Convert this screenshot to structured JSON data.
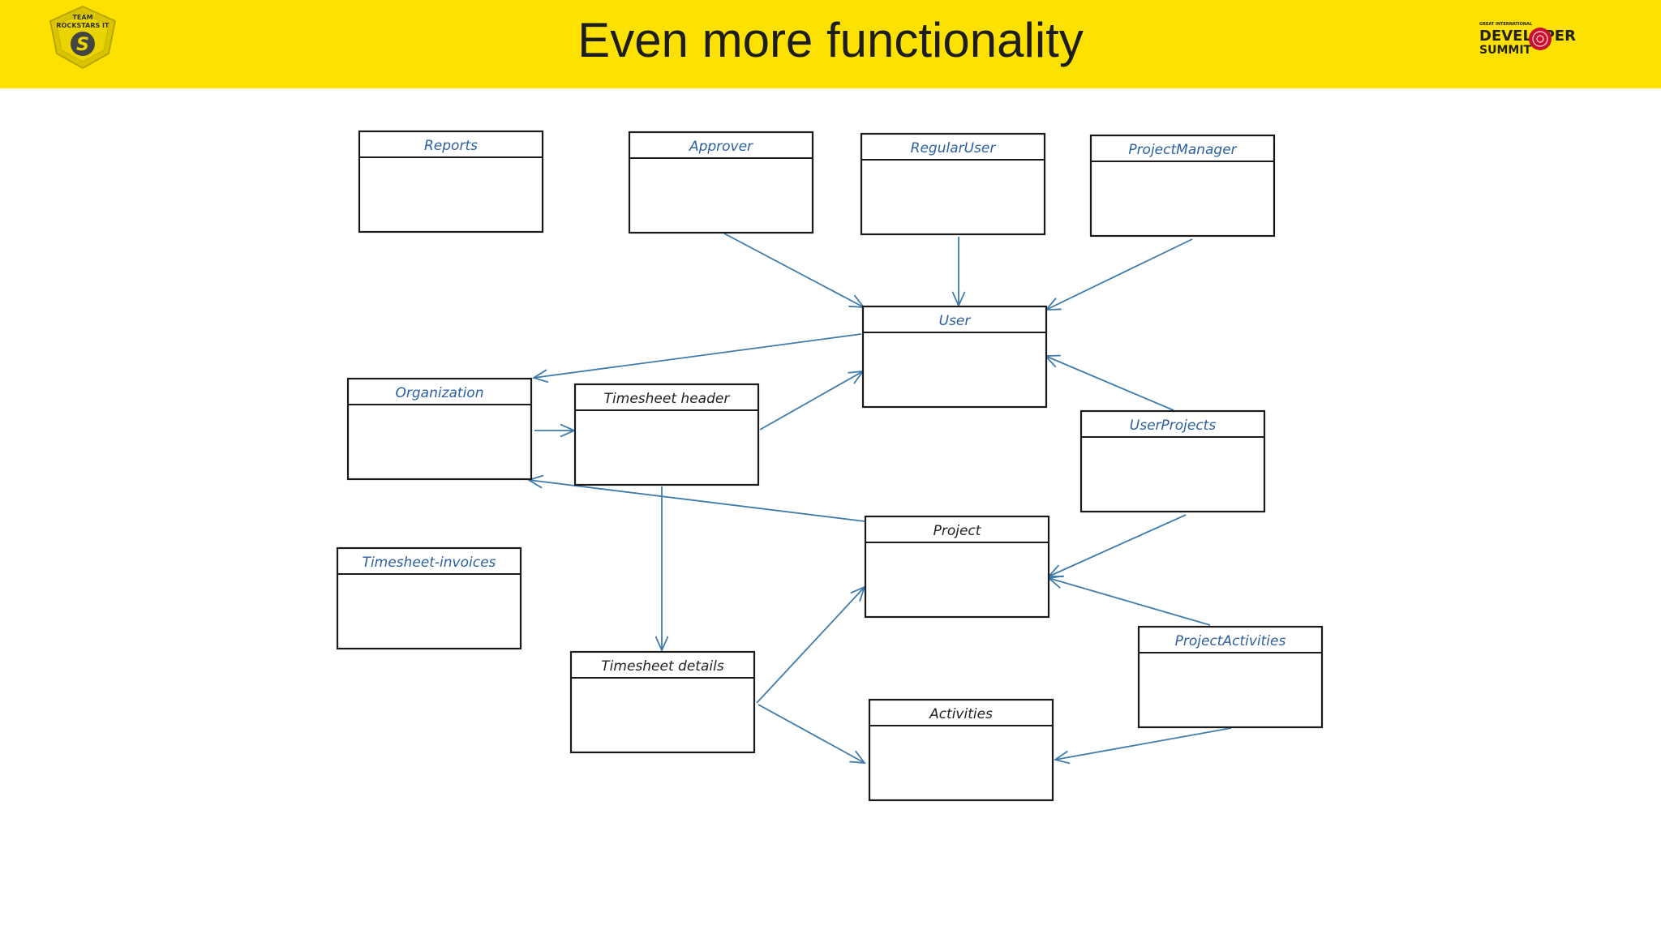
{
  "header": {
    "title": "Even more functionality",
    "background_color": "#fde100",
    "left_logo": {
      "line1": "TEAM",
      "line2": "ROCKSTARS IT",
      "mark": "S"
    },
    "right_logo": {
      "small": "GREAT INTERNATIONAL",
      "line1": "DEVELOPER",
      "line2": "SUMMIT"
    }
  },
  "diagram": {
    "boxes": [
      {
        "id": "reports",
        "label": "Reports",
        "color": "#2b5f9e"
      },
      {
        "id": "approver",
        "label": "Approver",
        "color": "#2b5f9e"
      },
      {
        "id": "regularuser",
        "label": "RegularUser",
        "color": "#2b5f9e"
      },
      {
        "id": "projectmanager",
        "label": "ProjectManager",
        "color": "#2b5f9e"
      },
      {
        "id": "user",
        "label": "User",
        "color": "#2b5f9e"
      },
      {
        "id": "organization",
        "label": "Organization",
        "color": "#2b5f9e"
      },
      {
        "id": "timesheet-header",
        "label": "Timesheet header",
        "color": "#222222"
      },
      {
        "id": "userprojects",
        "label": "UserProjects",
        "color": "#2b5f9e"
      },
      {
        "id": "project",
        "label": "Project",
        "color": "#222222"
      },
      {
        "id": "timesheet-invoices",
        "label": "Timesheet-invoices",
        "color": "#2b5f9e"
      },
      {
        "id": "timesheet-details",
        "label": "Timesheet details",
        "color": "#222222"
      },
      {
        "id": "projectactivities",
        "label": "ProjectActivities",
        "color": "#2b5f9e"
      },
      {
        "id": "activities",
        "label": "Activities",
        "color": "#222222"
      }
    ],
    "edges": [
      {
        "from": "approver",
        "to": "user"
      },
      {
        "from": "regularuser",
        "to": "user"
      },
      {
        "from": "projectmanager",
        "to": "user"
      },
      {
        "from": "user",
        "to": "organization"
      },
      {
        "from": "organization",
        "to": "timesheet-header"
      },
      {
        "from": "timesheet-header",
        "to": "user"
      },
      {
        "from": "userprojects",
        "to": "user"
      },
      {
        "from": "project",
        "to": "organization"
      },
      {
        "from": "userprojects",
        "to": "project"
      },
      {
        "from": "timesheet-header",
        "to": "timesheet-details"
      },
      {
        "from": "timesheet-details",
        "to": "project"
      },
      {
        "from": "projectactivities",
        "to": "project"
      },
      {
        "from": "timesheet-details",
        "to": "activities"
      },
      {
        "from": "projectactivities",
        "to": "activities"
      }
    ],
    "edge_color": "#3f7bab"
  }
}
